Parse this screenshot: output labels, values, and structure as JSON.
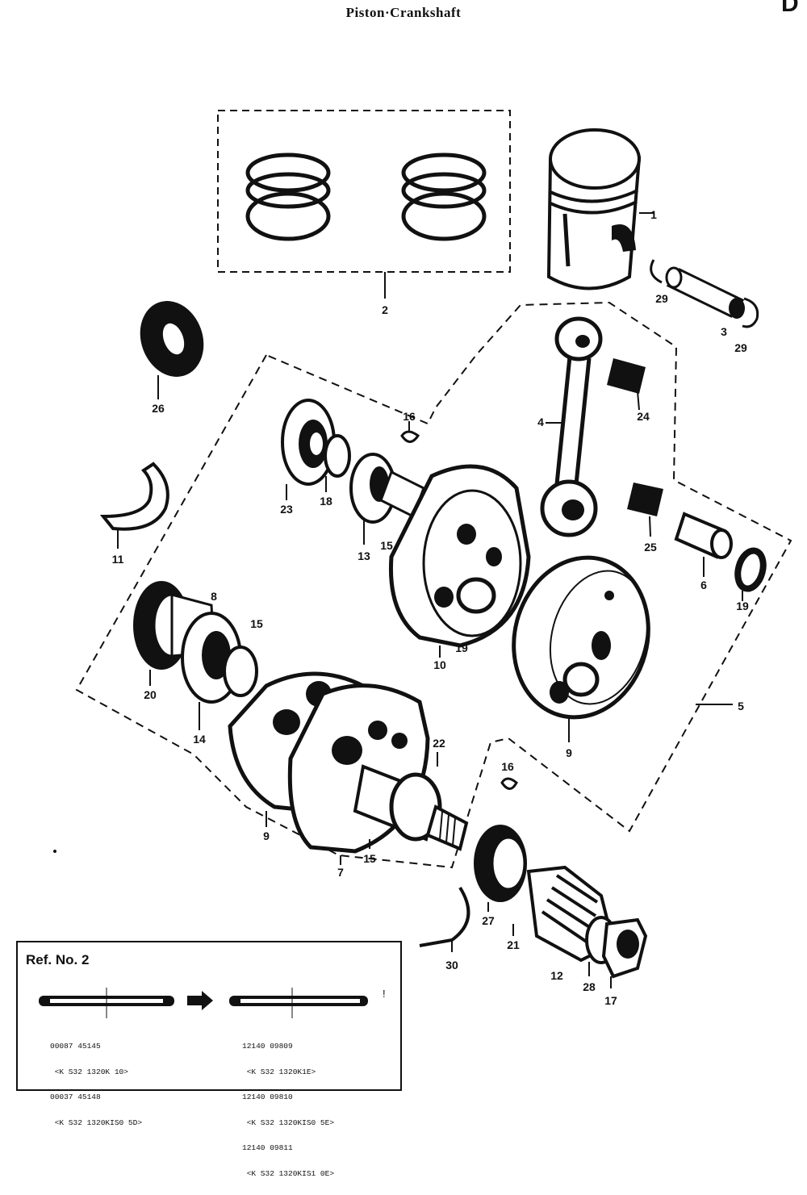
{
  "title": "Piston·Crankshaft",
  "corner_mark": "D",
  "callouts": [
    {
      "id": "c1",
      "text": "1"
    },
    {
      "id": "c2",
      "text": "2"
    },
    {
      "id": "c3",
      "text": "3"
    },
    {
      "id": "c29a",
      "text": "29"
    },
    {
      "id": "c29b",
      "text": "29"
    },
    {
      "id": "c26",
      "text": "26"
    },
    {
      "id": "c4",
      "text": "4"
    },
    {
      "id": "c24",
      "text": "24"
    },
    {
      "id": "c16a",
      "text": "16"
    },
    {
      "id": "c23",
      "text": "23"
    },
    {
      "id": "c18a",
      "text": "18"
    },
    {
      "id": "c13",
      "text": "13"
    },
    {
      "id": "c15a",
      "text": "15"
    },
    {
      "id": "c11",
      "text": "11"
    },
    {
      "id": "c25",
      "text": "25"
    },
    {
      "id": "c6",
      "text": "6"
    },
    {
      "id": "c19a",
      "text": "19"
    },
    {
      "id": "c8",
      "text": "8"
    },
    {
      "id": "c15b",
      "text": "15"
    },
    {
      "id": "c19b",
      "text": "19"
    },
    {
      "id": "c10",
      "text": "10"
    },
    {
      "id": "c20",
      "text": "20"
    },
    {
      "id": "c14",
      "text": "14"
    },
    {
      "id": "c5",
      "text": "5"
    },
    {
      "id": "c9a",
      "text": "9"
    },
    {
      "id": "c22",
      "text": "22"
    },
    {
      "id": "c16b",
      "text": "16"
    },
    {
      "id": "c9b",
      "text": "9"
    },
    {
      "id": "c7",
      "text": "7"
    },
    {
      "id": "c15c",
      "text": "15"
    },
    {
      "id": "c27",
      "text": "27"
    },
    {
      "id": "c21",
      "text": "21"
    },
    {
      "id": "c30",
      "text": "30"
    },
    {
      "id": "c12",
      "text": "12"
    },
    {
      "id": "c28",
      "text": "28"
    },
    {
      "id": "c17",
      "text": "17"
    }
  ],
  "ref_box": {
    "title": "Ref. No. 2",
    "left_lines": [
      "00087 45145",
      " <K S32 1320K 10>",
      "00037 45148",
      " <K S32 1320KIS0 5D>"
    ],
    "right_lines": [
      "12140 09809",
      " <K S32 1320K1E>",
      "12140 09810",
      " <K S32 1320KIS0 5E>",
      "12140 09811",
      " <K S32 1320KIS1 0E>"
    ],
    "arrow_label": "!"
  }
}
